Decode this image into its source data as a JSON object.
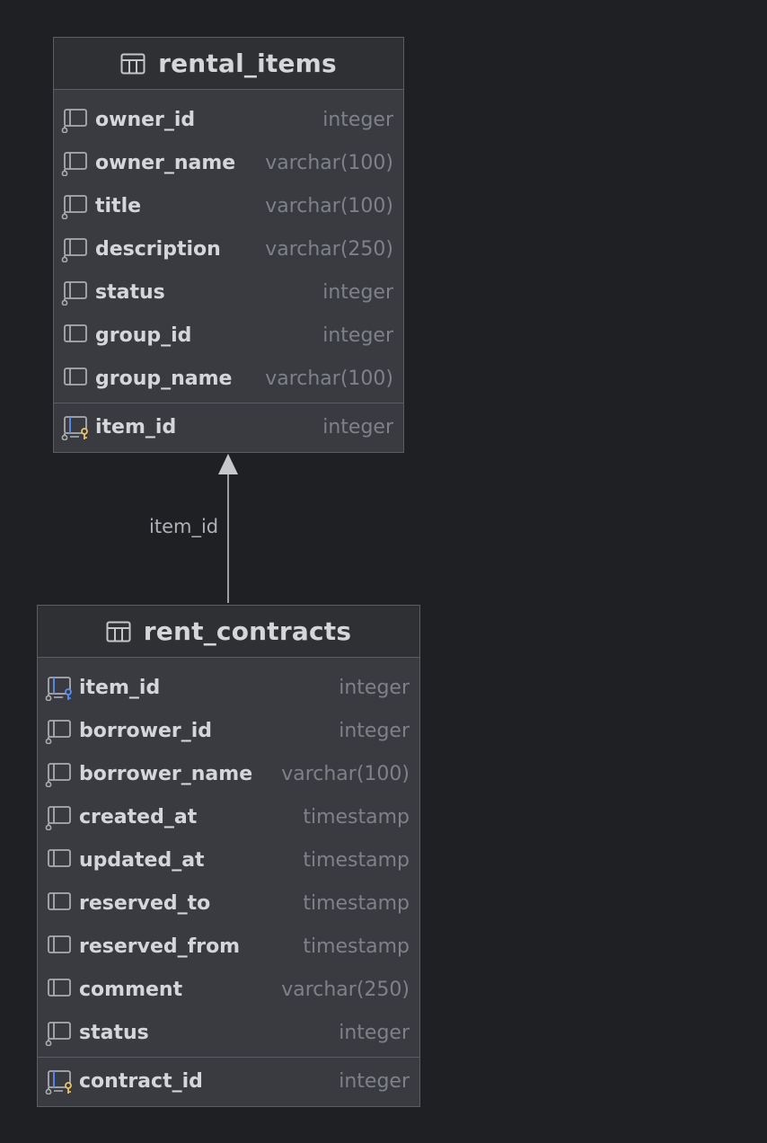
{
  "tables": [
    {
      "name": "rental_items",
      "columns": [
        {
          "name": "owner_id",
          "type": "integer",
          "icon": "column-notnull-icon"
        },
        {
          "name": "owner_name",
          "type": "varchar(100)",
          "icon": "column-notnull-icon"
        },
        {
          "name": "title",
          "type": "varchar(100)",
          "icon": "column-notnull-icon"
        },
        {
          "name": "description",
          "type": "varchar(250)",
          "icon": "column-notnull-icon"
        },
        {
          "name": "status",
          "type": "integer",
          "icon": "column-notnull-icon"
        },
        {
          "name": "group_id",
          "type": "integer",
          "icon": "column-icon"
        },
        {
          "name": "group_name",
          "type": "varchar(100)",
          "icon": "column-icon"
        }
      ],
      "primary_key": {
        "name": "item_id",
        "type": "integer",
        "icon": "primary-key-icon"
      }
    },
    {
      "name": "rent_contracts",
      "columns": [
        {
          "name": "item_id",
          "type": "integer",
          "icon": "foreign-key-icon"
        },
        {
          "name": "borrower_id",
          "type": "integer",
          "icon": "column-notnull-icon"
        },
        {
          "name": "borrower_name",
          "type": "varchar(100)",
          "icon": "column-notnull-icon"
        },
        {
          "name": "created_at",
          "type": "timestamp",
          "icon": "column-notnull-icon"
        },
        {
          "name": "updated_at",
          "type": "timestamp",
          "icon": "column-icon"
        },
        {
          "name": "reserved_to",
          "type": "timestamp",
          "icon": "column-icon"
        },
        {
          "name": "reserved_from",
          "type": "timestamp",
          "icon": "column-icon"
        },
        {
          "name": "comment",
          "type": "varchar(250)",
          "icon": "column-icon"
        },
        {
          "name": "status",
          "type": "integer",
          "icon": "column-notnull-icon"
        }
      ],
      "primary_key": {
        "name": "contract_id",
        "type": "integer",
        "icon": "primary-key-icon"
      }
    }
  ],
  "relations": [
    {
      "from": "rent_contracts",
      "to": "rental_items",
      "label": "item_id"
    }
  ],
  "colors": {
    "background": "#1f2023",
    "table_body": "#393b40",
    "table_header": "#2f3033",
    "border": "#5a5d63",
    "name_text": "#d4d6da",
    "type_text": "#7e8187",
    "key_blue": "#5a8ff0",
    "key_yellow": "#e8c46a",
    "relation_line": "#9a9da2"
  }
}
